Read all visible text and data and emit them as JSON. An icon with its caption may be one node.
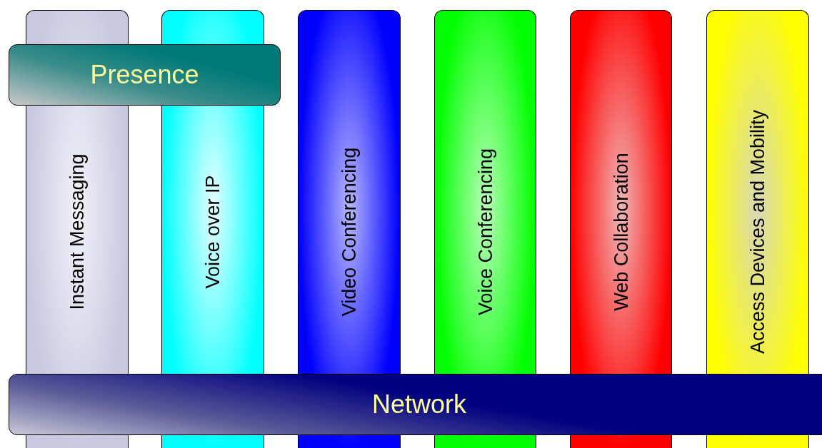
{
  "diagram": {
    "nodes": [
      {
        "text": [
          "Instant Messaging"
        ]
      },
      {
        "text": [
          "Voice over IP"
        ]
      },
      {
        "text": [
          "Video Conferencing"
        ]
      },
      {
        "text": [
          "Voice Conferencing"
        ]
      },
      {
        "text": [
          "Web Collaboration"
        ]
      },
      {
        "text": [
          "Access Devices and Mobility"
        ]
      },
      {
        "text": [
          "Presence"
        ]
      },
      {
        "text": [
          "Network"
        ]
      }
    ]
  }
}
